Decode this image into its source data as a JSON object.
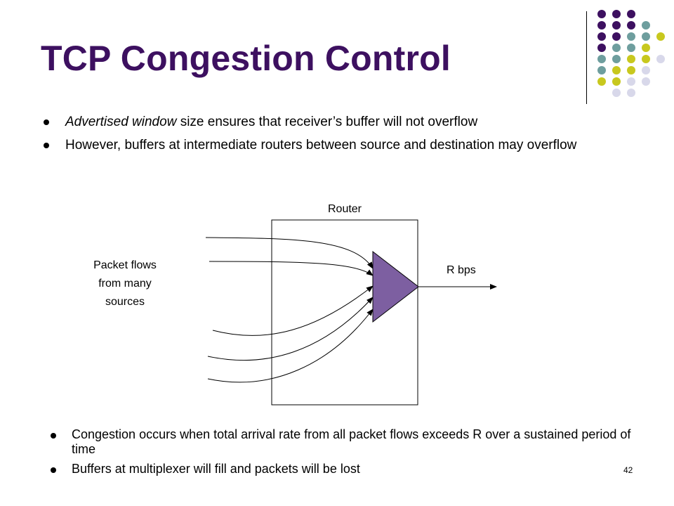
{
  "slide": {
    "title": "TCP Congestion Control",
    "page_number": "42"
  },
  "bullets_top": [
    {
      "emphasis": "Advertised window",
      "text": " size ensures that receiver’s buffer will not overflow"
    },
    {
      "emphasis": "",
      "text": "However, buffers at intermediate routers between source and destination may overflow"
    }
  ],
  "diagram": {
    "router_label": "Router",
    "flows_label_lines": [
      "Packet flows",
      "from many",
      "sources"
    ],
    "output_label": "R bps",
    "multiplexer_color": "#7d5fa1"
  },
  "bullets_bottom": [
    "Congestion occurs when total arrival rate from all packet flows exceeds R over a sustained period of time",
    "Buffers at multiplexer will fill and packets will be lost"
  ],
  "colors": {
    "title": "#3d1060",
    "dot_purple": "#3d1060",
    "dot_teal": "#6e9e9e",
    "dot_olive": "#c8c81e",
    "dot_lavender": "#d8d8ea"
  }
}
